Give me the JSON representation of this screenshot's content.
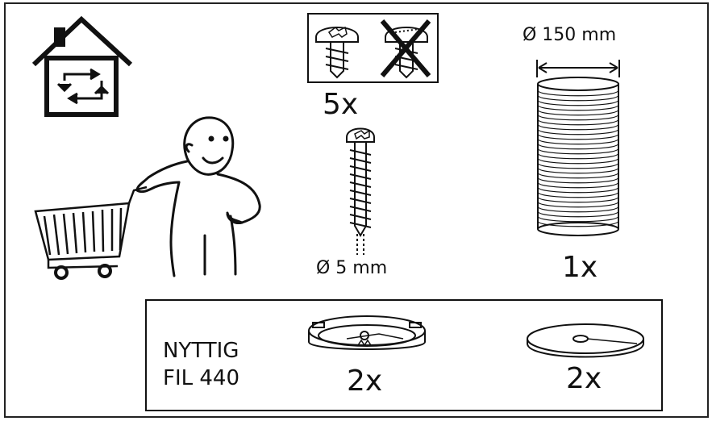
{
  "screw": {
    "quantity": "5x",
    "diameter": "Ø 5 mm"
  },
  "duct": {
    "diameter": "Ø 150 mm",
    "quantity": "1x"
  },
  "product": {
    "line1": "NYTTIG",
    "line2": "FIL 440"
  },
  "filter_holder": {
    "quantity": "2x"
  },
  "filter_pad": {
    "quantity": "2x"
  }
}
